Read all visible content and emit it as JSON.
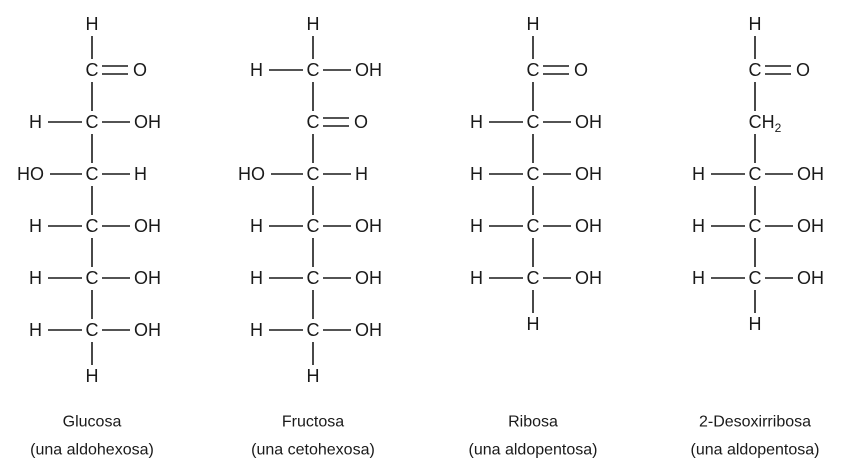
{
  "atoms": {
    "carbon": "C",
    "hydrogen": "H",
    "oxygen": "O",
    "hydroxyl_right": "OH",
    "hydroxyl_left": "HO",
    "methylene": "CH",
    "methylene_sub": "2"
  },
  "molecules": [
    {
      "id": "glucosa",
      "name": "Glucosa",
      "class": "(una aldohexosa)",
      "top": "H",
      "rows": [
        {
          "type": "double_o"
        },
        {
          "left": "H",
          "right": "OH"
        },
        {
          "left": "HO",
          "right": "H"
        },
        {
          "left": "H",
          "right": "OH"
        },
        {
          "left": "H",
          "right": "OH"
        },
        {
          "left": "H",
          "right": "OH"
        }
      ],
      "bottom": "H"
    },
    {
      "id": "fructosa",
      "name": "Fructosa",
      "class": "(una cetohexosa)",
      "top": "H",
      "rows": [
        {
          "left": "H",
          "right": "OH"
        },
        {
          "type": "double_o"
        },
        {
          "left": "HO",
          "right": "H"
        },
        {
          "left": "H",
          "right": "OH"
        },
        {
          "left": "H",
          "right": "OH"
        },
        {
          "left": "H",
          "right": "OH"
        }
      ],
      "bottom": "H"
    },
    {
      "id": "ribosa",
      "name": "Ribosa",
      "class": "(una aldopentosa)",
      "top": "H",
      "rows": [
        {
          "type": "double_o"
        },
        {
          "left": "H",
          "right": "OH"
        },
        {
          "left": "H",
          "right": "OH"
        },
        {
          "left": "H",
          "right": "OH"
        },
        {
          "left": "H",
          "right": "OH"
        }
      ],
      "bottom": "H"
    },
    {
      "id": "desoxirribosa",
      "name": "2-Desoxirribosa",
      "class": "(una aldopentosa)",
      "top": "H",
      "rows": [
        {
          "type": "double_o"
        },
        {
          "type": "ch2"
        },
        {
          "left": "H",
          "right": "OH"
        },
        {
          "left": "H",
          "right": "OH"
        },
        {
          "left": "H",
          "right": "OH"
        }
      ],
      "bottom": "H"
    }
  ]
}
